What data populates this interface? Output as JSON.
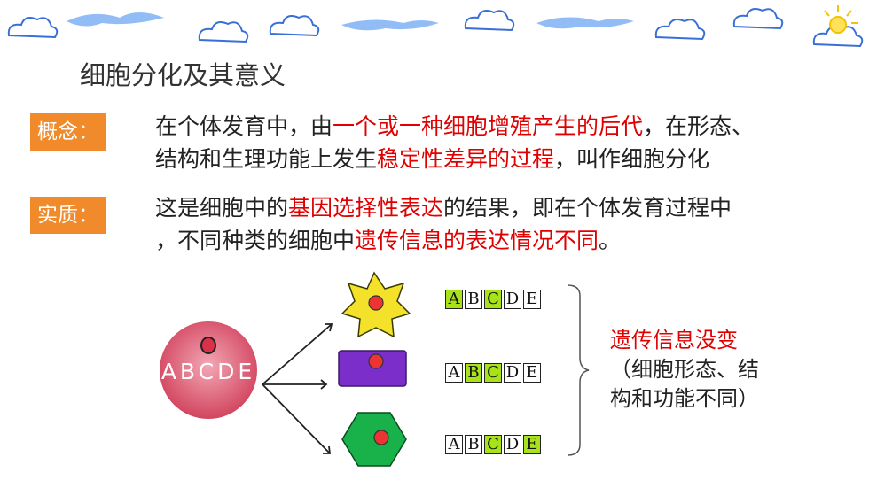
{
  "title": "细胞分化及其意义",
  "concept": {
    "label": "概念：",
    "line1_a": "在个体发育中，由",
    "line1_b": "一个或一种细胞增殖产生的后代",
    "line1_c": "，在形态、",
    "line2_a": "结构和生理功能上发生",
    "line2_b": "稳定性差异的过程",
    "line2_c": "，叫作细胞分化"
  },
  "essence": {
    "label": "实质：",
    "line1_a": "这是细胞中的",
    "line1_b": "基因选择性表达",
    "line1_c": "的结果，即在个体发育过程中",
    "line2_a": "，不同种类的细胞中",
    "line2_b": "遗传信息的表达情况不同",
    "line2_c": "。"
  },
  "diagram": {
    "source_cell_text": "ABCDE",
    "rows": [
      {
        "letters": [
          "A",
          "B",
          "C",
          "D",
          "E"
        ],
        "active": [
          true,
          false,
          true,
          false,
          false
        ]
      },
      {
        "letters": [
          "A",
          "B",
          "C",
          "D",
          "E"
        ],
        "active": [
          false,
          true,
          true,
          false,
          false
        ]
      },
      {
        "letters": [
          "A",
          "B",
          "C",
          "D",
          "E"
        ],
        "active": [
          false,
          false,
          true,
          false,
          true
        ]
      }
    ],
    "summary_line1": "遗传信息没变",
    "summary_line2": "（细胞形态、结",
    "summary_line3": "构和功能不同）"
  },
  "colors": {
    "accent_red": "#e00000",
    "label_orange": "#f08a2a",
    "gene_green": "#a8e21a"
  }
}
